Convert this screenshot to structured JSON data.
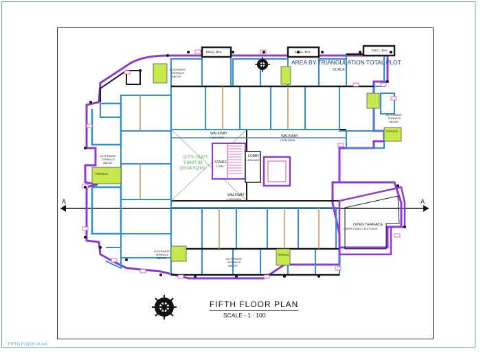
{
  "drawing": {
    "title": "FIFTH   FLOOR PLAN",
    "scale": "SCALE - 1 : 100",
    "file_label": "FIFTH FLOOR PLAN",
    "overlay_text": "AREA BY TRIANGULATION TOTAL PLOT",
    "overlay_scale": "SCALE",
    "section_marker": "A",
    "ots_duct": [
      "O.T.S. DUCT",
      "7.94X7.33",
      "(33.34 SQ.M)"
    ],
    "lobby": [
      "LOBBY",
      "1.50M WIDE"
    ],
    "stairs": [
      "STAIRS",
      "1.20M"
    ],
    "walkway_top_left": [
      "WALKWAY",
      "1.20M WIDE"
    ],
    "walkway_top_right": [
      "WALKWAY",
      "1.20M WIDE"
    ],
    "walkway_bottom": [
      "WALKWAY",
      "1.20M WIDE"
    ],
    "open_terrace": [
      "OPEN TERRACE",
      "(CARPET AREA = 40.67 SQ.M)"
    ],
    "alt_terrace": [
      "ALTERNATE",
      "TERRACE",
      "ABOVE"
    ],
    "terrace": "TERRACE",
    "encl_bal": "ENCL. BAL"
  },
  "colors": {
    "wall": "#1a1a1a",
    "partition_blue": "#2f8fd6",
    "purple": "#8a3bd6",
    "orange": "#d98a4a",
    "terrace_green": "#c6e84a",
    "pink": "#e04aa0",
    "frame": "#5aa7d8",
    "text_blue": "#3b7fc2",
    "text_green": "#3faa3f"
  }
}
